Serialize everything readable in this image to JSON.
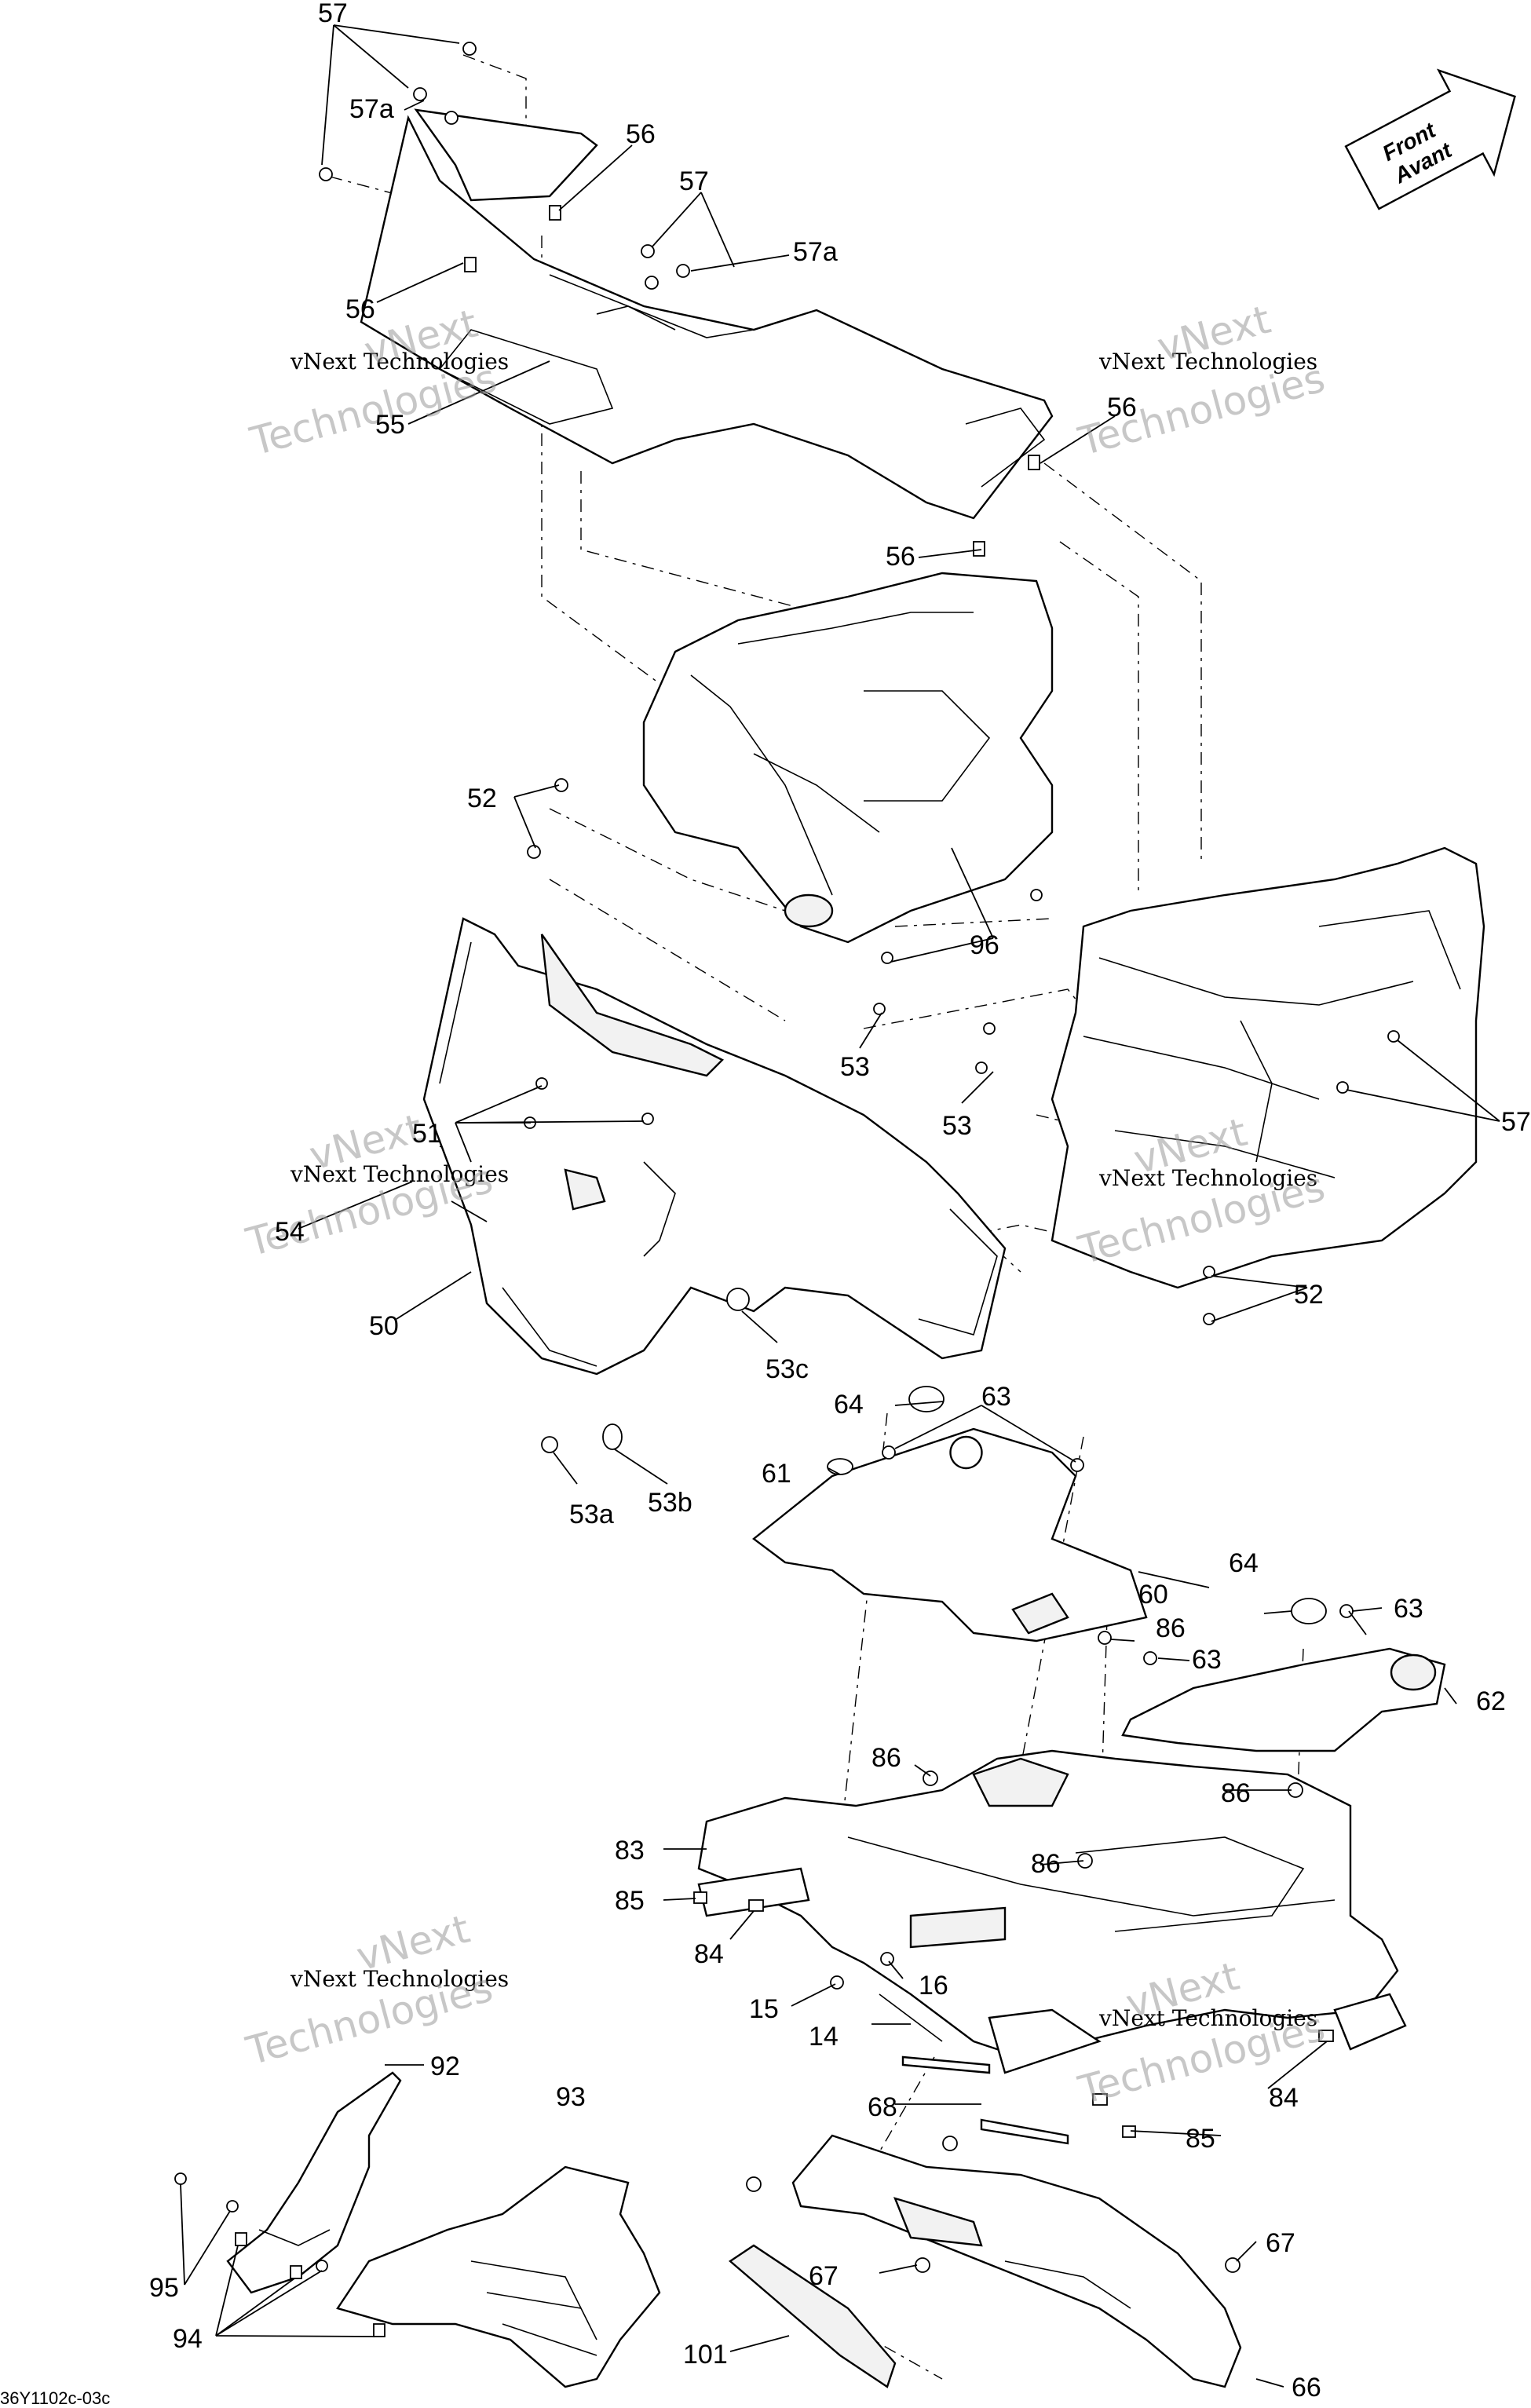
{
  "doc_id": "36Y1102c-03c",
  "direction_arrow": {
    "line1": "Front",
    "line2": "Avant"
  },
  "watermark": {
    "line1": "vNext Technologies",
    "big1": "vNext",
    "big2": "Technologies"
  },
  "labels": {
    "l57_top": "57",
    "l57a_top": "57a",
    "l56_a": "56",
    "l57_mid": "57",
    "l57a_mid": "57a",
    "l56_b": "56",
    "l55": "55",
    "l56_c": "56",
    "l56_d": "56",
    "l52_a": "52",
    "l96": "96",
    "l53_a": "53",
    "l53_b": "53",
    "l57_right": "57",
    "l51": "51",
    "l54": "54",
    "l50": "50",
    "l52_b": "52",
    "l53c": "53c",
    "l53a": "53a",
    "l53b": "53b",
    "l64_a": "64",
    "l63_a": "63",
    "l61": "61",
    "l60": "60",
    "l64_b": "64",
    "l63_b": "63",
    "l86_a": "86",
    "l63_c": "63",
    "l62": "62",
    "l86_b": "86",
    "l86_c": "86",
    "l86_d": "86",
    "l83": "83",
    "l85_a": "85",
    "l84_a": "84",
    "l16": "16",
    "l15": "15",
    "l14": "14",
    "l84_b": "84",
    "l85_b": "85",
    "l68": "68",
    "l92": "92",
    "l93": "93",
    "l95": "95",
    "l94": "94",
    "l67_a": "67",
    "l67_b": "67",
    "l101": "101",
    "l66": "66"
  }
}
